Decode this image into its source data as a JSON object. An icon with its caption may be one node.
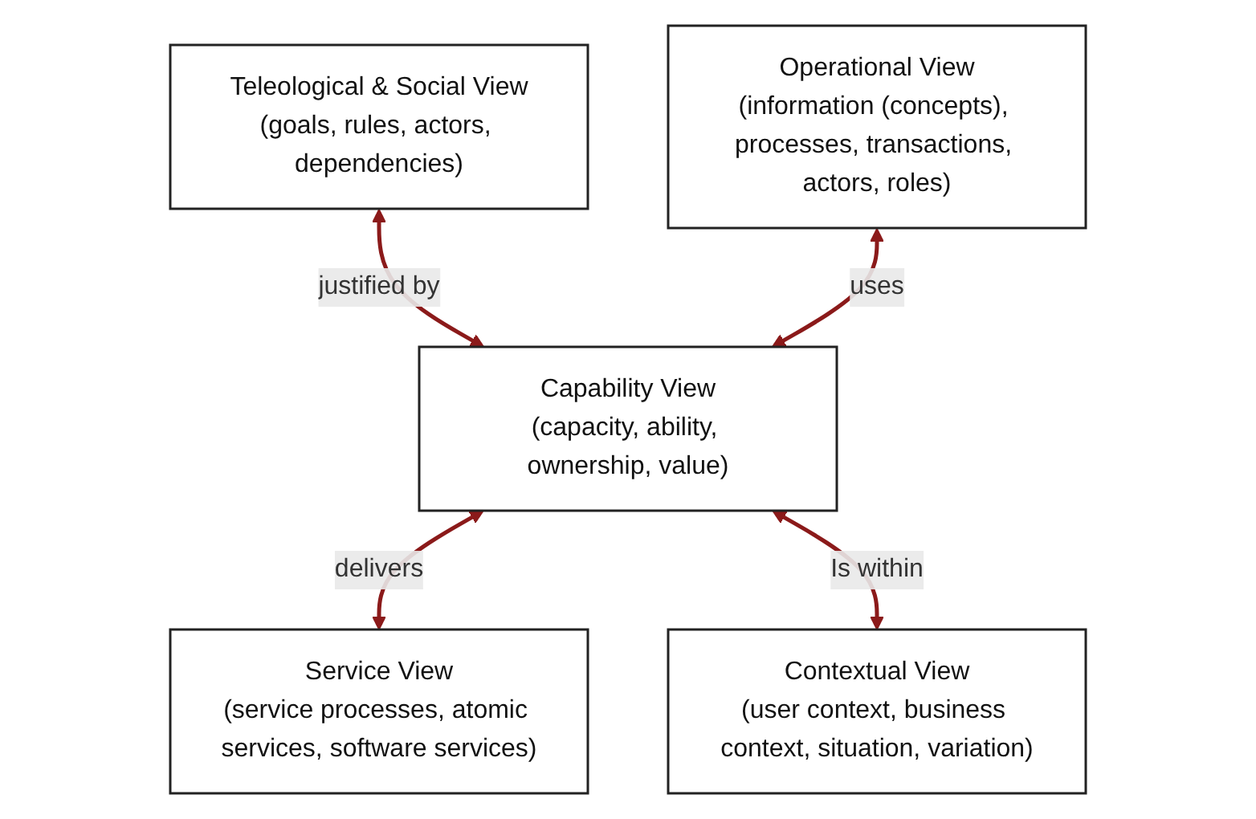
{
  "diagram": {
    "nodes": [
      {
        "text": [
          "Teleological & Social View",
          "(goals, rules, actors, dependencies)"
        ]
      },
      {
        "text": [
          "Operational View",
          "(information (concepts), processes, transactions, actors, roles)"
        ]
      },
      {
        "text": [
          "Capability View",
          "(capacity, ability, ownership, value)"
        ]
      },
      {
        "text": [
          "Service View",
          "(service processes, atomic services, software services)"
        ]
      },
      {
        "text": [
          "Contextual View",
          "(user context, business context, situation, variation)"
        ]
      }
    ],
    "edges": [
      {
        "from": 0,
        "to": 2,
        "arrow": "both",
        "label": "justified by"
      },
      {
        "from": 1,
        "to": 2,
        "arrow": "both",
        "label": "uses"
      },
      {
        "from": 2,
        "to": 3,
        "arrow": "both",
        "label": "delivers"
      },
      {
        "from": 2,
        "to": 4,
        "arrow": "both",
        "label": "Is within"
      }
    ]
  }
}
